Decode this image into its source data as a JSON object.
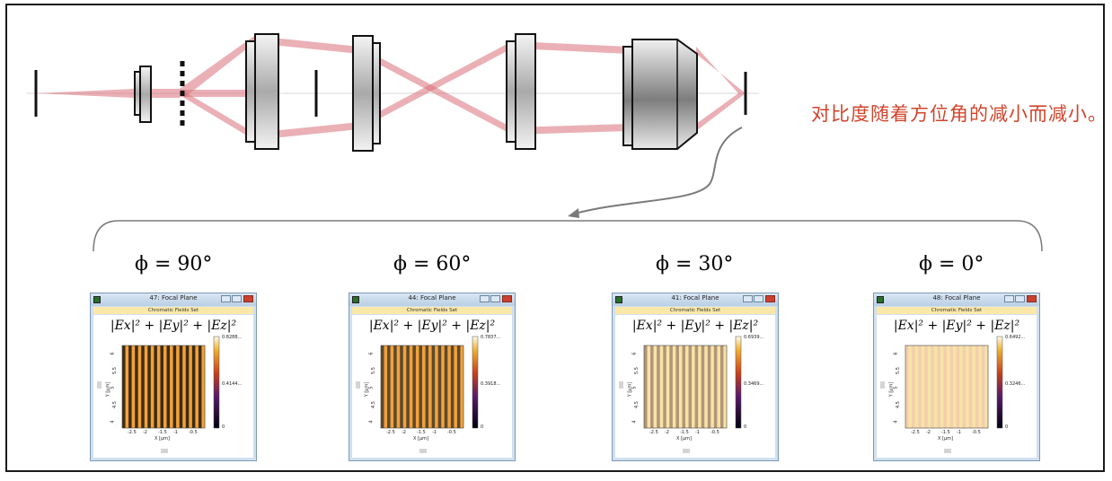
{
  "note": {
    "text": "对比度随着方位角的减小而减小。"
  },
  "panels": [
    {
      "phi_label": "ϕ = 90°",
      "window_title": "47: Focal Plane",
      "subtitle": "Chromatic Fields Set",
      "equation": "|Ex|² + |Ey|² + |Ez|²",
      "cb_max": "0.8288...",
      "cb_mid": "0.4144...",
      "cb_min": "0",
      "contrast": 1.0
    },
    {
      "phi_label": "ϕ = 60°",
      "window_title": "44: Focal Plane",
      "subtitle": "Chromatic Fields Set",
      "equation": "|Ex|² + |Ey|² + |Ez|²",
      "cb_max": "0.7837...",
      "cb_mid": "0.3918...",
      "cb_min": "0",
      "contrast": 0.85
    },
    {
      "phi_label": "ϕ = 30°",
      "window_title": "41: Focal Plane",
      "subtitle": "Chromatic Fields Set",
      "equation": "|Ex|² + |Ey|² + |Ez|²",
      "cb_max": "0.6939...",
      "cb_mid": "0.3469...",
      "cb_min": "0",
      "contrast": 0.45
    },
    {
      "phi_label": "ϕ = 0°",
      "window_title": "48: Focal Plane",
      "subtitle": "Chromatic Fields Set",
      "equation": "|Ex|² + |Ey|² + |Ez|²",
      "cb_max": "0.6492...",
      "cb_mid": "0.3246...",
      "cb_min": "0",
      "contrast": 0.15
    }
  ],
  "axes": {
    "x_ticks": [
      "-2.5",
      "-2",
      "-1.5",
      "-1",
      "-0.5"
    ],
    "y_ticks": [
      "6",
      "5.5",
      "5",
      "4.5",
      "4"
    ],
    "x_label": "X [µm]",
    "y_label": "Y [µm]"
  },
  "colors": {
    "beam": "#d97078",
    "note": "#d0452c",
    "frame": "#1a1a1a"
  }
}
